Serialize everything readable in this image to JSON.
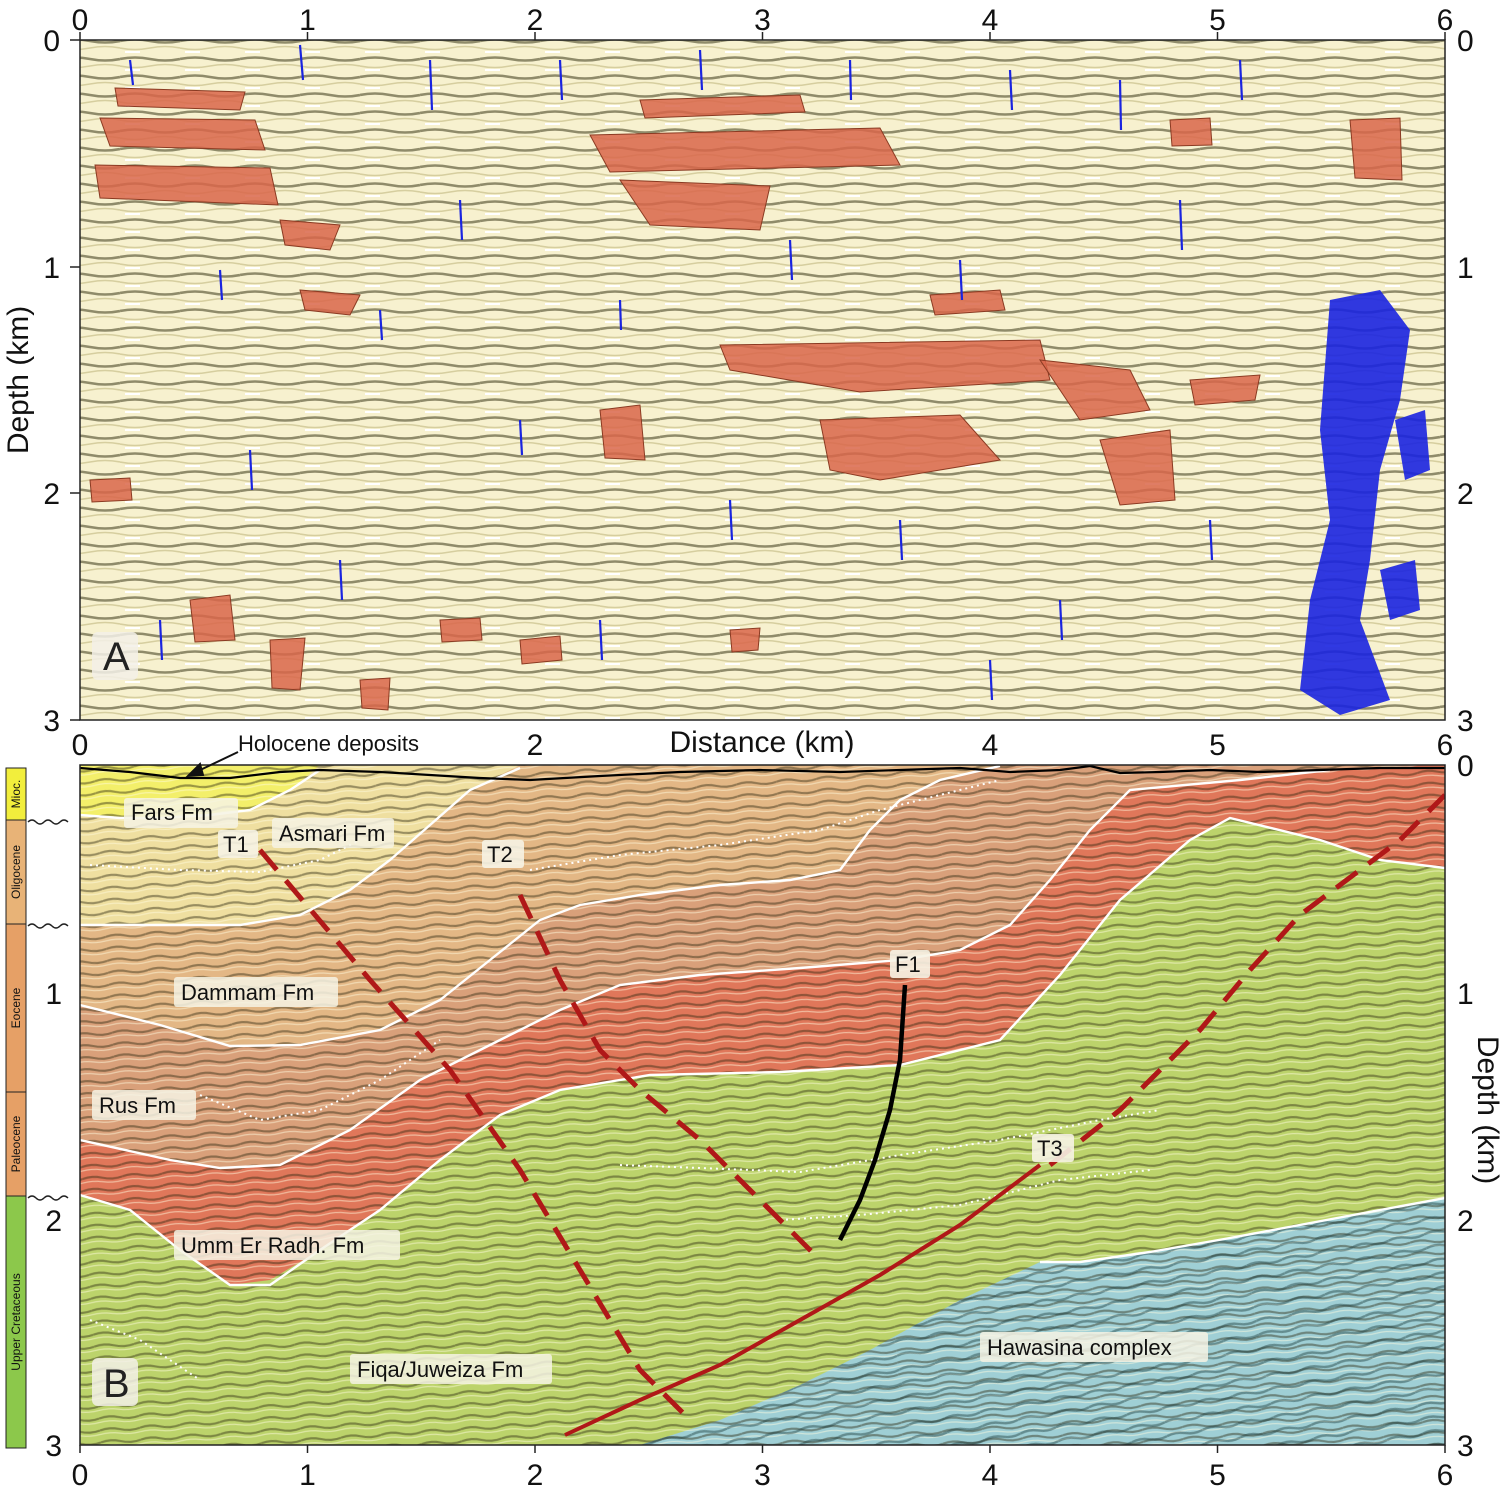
{
  "panel_a": {
    "letter": "A",
    "x_ticks": [
      "0",
      "1",
      "2",
      "3",
      "4",
      "5",
      "6"
    ],
    "y_ticks": [
      "0",
      "1",
      "2",
      "3"
    ],
    "y_axis_title": "Depth (km)"
  },
  "panel_b": {
    "letter": "B",
    "x_axis_title": "Distance (km)",
    "x_ticks": [
      "0",
      "1",
      "2",
      "3",
      "4",
      "5",
      "6"
    ],
    "y_ticks": [
      "0",
      "1",
      "2",
      "3"
    ],
    "y_axis_title": "Depth (km)",
    "annotation_holocene": "Holocene deposits",
    "formations": {
      "fars": "Fars Fm",
      "asmari": "Asmari Fm",
      "dammam": "Dammam Fm",
      "rus": "Rus Fm",
      "umm": "Umm Er Radh. Fm",
      "fiqa": "Fiqa/Juweiza Fm",
      "hawasina": "Hawasina complex"
    },
    "faults": {
      "t1": "T1",
      "t2": "T2",
      "t3": "T3",
      "f1": "F1"
    },
    "strat_column": [
      {
        "label": "Mioc.",
        "color": "#f2ee3c"
      },
      {
        "label": "Oligocene",
        "color": "#e8b377"
      },
      {
        "label": "Eocene",
        "color": "#e6a066"
      },
      {
        "label": "Paleocene",
        "color": "#e6a066"
      },
      {
        "label": "Upper Cretaceous",
        "color": "#8cc84b"
      }
    ]
  },
  "colors": {
    "fars": "#f3ef6a",
    "asmari": "#efdfa0",
    "dammam": "#e3b785",
    "rus": "#d9a07a",
    "umm": "#e0775a",
    "fiqa": "#bcd36b",
    "hawasina": "#9fcfd5",
    "thrust": "#b01818",
    "seismic_bg": "#f4eec6"
  }
}
